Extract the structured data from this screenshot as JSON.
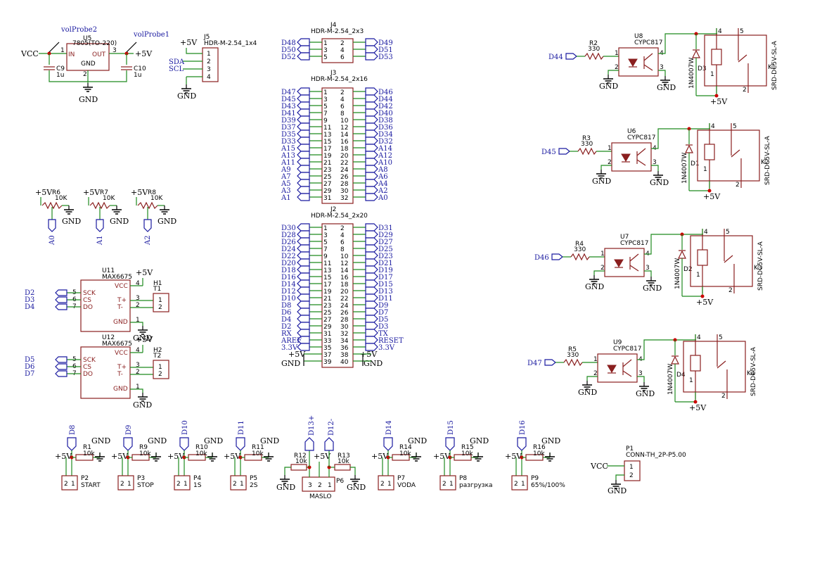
{
  "power": {
    "vcc": "VCC",
    "p5v": "+5V",
    "gnd": "GND"
  },
  "u5": {
    "ref": "U5",
    "value": "7805(TO-220)",
    "in": "IN",
    "out": "OUT",
    "gnd": "GND",
    "pin1": "1",
    "pin3": "3",
    "pin2": "2",
    "probe1": "volProbe1",
    "probe2": "volProbe2",
    "c9": "C9",
    "c9v": "1u",
    "c10": "C10",
    "c10v": "1u"
  },
  "j5": {
    "ref": "J5",
    "value": "HDR-M-2.54_1x4",
    "sda": "SDA",
    "scl": "SCL",
    "pins": [
      "1",
      "2",
      "3",
      "4"
    ]
  },
  "j4": {
    "ref": "J4",
    "value": "HDR-M-2.54_2x3",
    "left": [
      "D48",
      "D50",
      "D52"
    ],
    "right": [
      "D49",
      "D51",
      "D53"
    ],
    "lnum": [
      "1",
      "3",
      "5"
    ],
    "rnum": [
      "2",
      "4",
      "6"
    ]
  },
  "j3": {
    "ref": "J3",
    "value": "HDR-M-2.54_2x16",
    "left": [
      "D47",
      "D45",
      "D43",
      "D41",
      "D39",
      "D37",
      "D35",
      "D33",
      "A15",
      "A13",
      "A11",
      "A9",
      "A7",
      "A5",
      "A3",
      "A1"
    ],
    "right": [
      "D46",
      "D44",
      "D42",
      "D40",
      "D38",
      "D36",
      "D34",
      "D32",
      "A14",
      "A12",
      "A10",
      "A8",
      "A6",
      "A4",
      "A2",
      "A0"
    ],
    "lnum": [
      "1",
      "3",
      "5",
      "7",
      "9",
      "11",
      "13",
      "15",
      "17",
      "19",
      "21",
      "23",
      "25",
      "27",
      "29",
      "31"
    ],
    "rnum": [
      "2",
      "4",
      "6",
      "8",
      "10",
      "12",
      "14",
      "16",
      "18",
      "20",
      "22",
      "24",
      "26",
      "28",
      "30",
      "32"
    ]
  },
  "j2": {
    "ref": "J2",
    "value": "HDR-M-2.54_2x20",
    "left": [
      "D30",
      "D28",
      "D26",
      "D24",
      "D22",
      "D20",
      "D18",
      "D16",
      "D14",
      "D12",
      "D10",
      "D8",
      "D6",
      "D4",
      "D2",
      "RX",
      "AREF",
      "3.3V"
    ],
    "right": [
      "D31",
      "D29",
      "D27",
      "D25",
      "D23",
      "D21",
      "D19",
      "D17",
      "D15",
      "D13",
      "D11",
      "D9",
      "D7",
      "D5",
      "D3",
      "TX",
      "RESET",
      "3.3V"
    ],
    "lnum": [
      "1",
      "3",
      "5",
      "7",
      "9",
      "11",
      "13",
      "15",
      "17",
      "19",
      "21",
      "23",
      "25",
      "27",
      "29",
      "31",
      "33",
      "35",
      "37",
      "39"
    ],
    "rnum": [
      "2",
      "4",
      "6",
      "8",
      "10",
      "12",
      "14",
      "16",
      "18",
      "20",
      "22",
      "24",
      "26",
      "28",
      "30",
      "32",
      "34",
      "36",
      "38",
      "40"
    ]
  },
  "pots": [
    {
      "ref": "R6",
      "value": "10K",
      "net": "A0"
    },
    {
      "ref": "R7",
      "value": "10K",
      "net": "A1"
    },
    {
      "ref": "R8",
      "value": "10K",
      "net": "A2"
    }
  ],
  "thermo": [
    {
      "ref": "U11",
      "value": "MAX6675",
      "h": "H1",
      "t": "T1",
      "nets": [
        "D2",
        "D3",
        "D4"
      ]
    },
    {
      "ref": "U12",
      "value": "MAX6675",
      "h": "H2",
      "t": "T2",
      "nets": [
        "D5",
        "D6",
        "D7"
      ]
    }
  ],
  "max_pins": {
    "vcc": "VCC",
    "sck": "SCK",
    "cs": "CS",
    "so": "DO",
    "tp": "T+",
    "tm": "T-",
    "gnd": "GND",
    "n4": "4",
    "n5": "5",
    "n6": "6",
    "n7": "7",
    "n3": "3",
    "n2": "2",
    "n1": "1"
  },
  "relays": [
    {
      "net": "D44",
      "r": "R2",
      "rv": "330",
      "u": "U8",
      "uv": "CYPC817",
      "d": "D3",
      "dv": "1N4007W",
      "k": "K1",
      "kv": "SRD-DC5V-SL-A"
    },
    {
      "net": "D45",
      "r": "R3",
      "rv": "330",
      "u": "U6",
      "uv": "CYPC817",
      "d": "D1",
      "dv": "1N4007W",
      "k": "K2",
      "kv": "SRD-DC5V-SL-A"
    },
    {
      "net": "D46",
      "r": "R4",
      "rv": "330",
      "u": "U7",
      "uv": "CYPC817",
      "d": "D2",
      "dv": "1N4007W",
      "k": "K3",
      "kv": "SRD-DC5V-SL-A"
    },
    {
      "net": "D47",
      "r": "R5",
      "rv": "330",
      "u": "U9",
      "uv": "CYPC817",
      "d": "D4",
      "dv": "1N4007W",
      "k": "K4",
      "kv": "SRD-DC5V-SL-A"
    }
  ],
  "buttons": [
    {
      "net": "D8",
      "r": "R1",
      "rv": "10k",
      "p": "P2",
      "label": "START"
    },
    {
      "net": "D9",
      "r": "R9",
      "rv": "10k",
      "p": "P3",
      "label": "STOP"
    },
    {
      "net": "D10",
      "r": "R10",
      "rv": "10k",
      "p": "P4",
      "label": "1S"
    },
    {
      "net": "D11",
      "r": "R11",
      "rv": "10k",
      "p": "P5",
      "label": "2S"
    },
    {
      "net": "D14",
      "r": "R14",
      "rv": "10k",
      "p": "P7",
      "label": "VODA"
    },
    {
      "net": "D15",
      "r": "R15",
      "rv": "10k",
      "p": "P8",
      "label": "разгрузка"
    },
    {
      "net": "D16",
      "r": "R16",
      "rv": "10k",
      "p": "P9",
      "label": "65%/100%"
    }
  ],
  "maslo": {
    "p": "P6",
    "label": "MASLO",
    "netA": "D13+",
    "netB": "D12-",
    "r1": "R12",
    "r1v": "10k",
    "r2": "R13",
    "r2v": "10k"
  },
  "p1": {
    "ref": "P1",
    "value": "CONN-TH_2P-P5.00",
    "net": "VCC"
  }
}
